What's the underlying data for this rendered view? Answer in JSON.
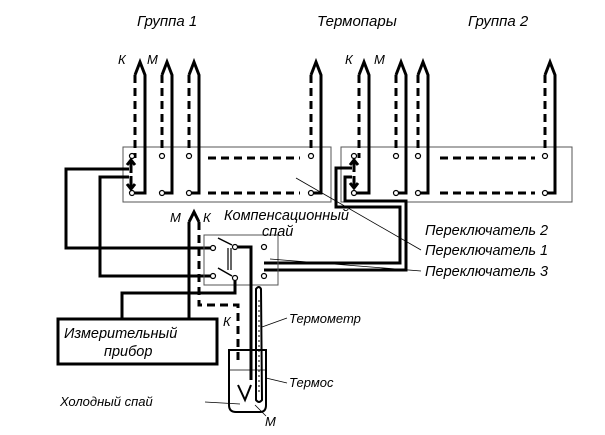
{
  "labels": {
    "group1": "Группа 1",
    "thermocouples": "Термопары",
    "group2": "Группа 2",
    "compensation_junction_line1": "Компенсационный",
    "compensation_junction_line2": "спай",
    "switch2": "Переключатель 2",
    "switch1": "Переключатель 1",
    "switch3": "Переключатель 3",
    "thermometer": "Термометр",
    "thermos": "Термос",
    "cold_junction": "Холодный спай",
    "meter_line1": "Измерительный",
    "meter_line2": "прибор"
  },
  "wire_markers": {
    "k": "К",
    "m": "М"
  }
}
